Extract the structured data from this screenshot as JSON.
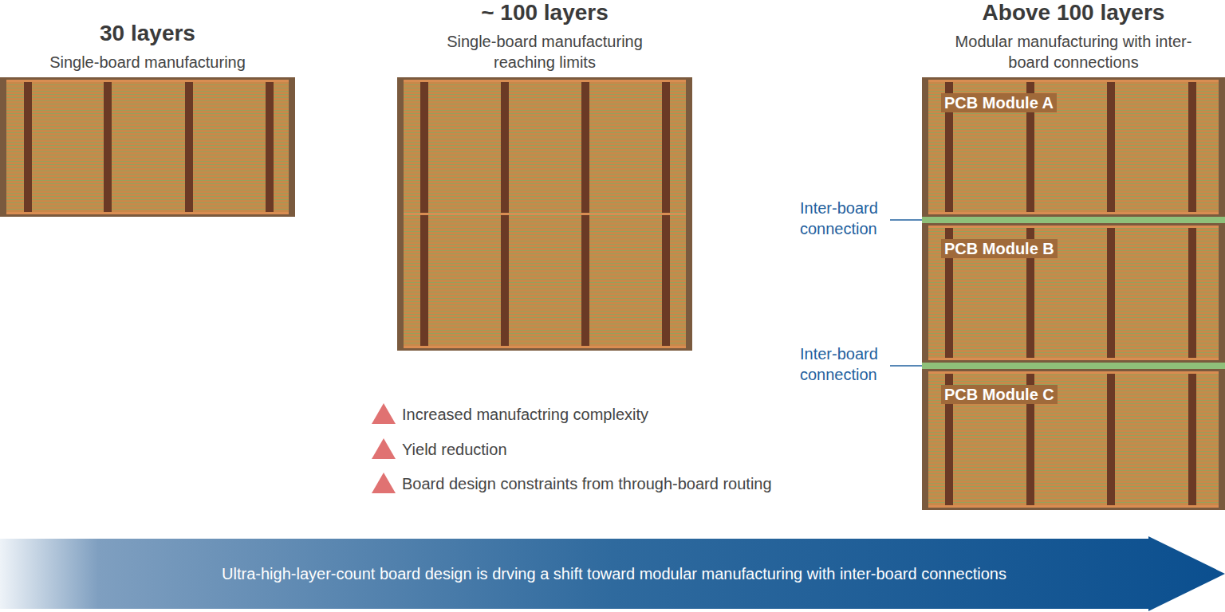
{
  "diagram": {
    "nodes": [
      {
        "text": [
          "30 layers",
          "Single-board manufacturing"
        ]
      },
      {
        "text": [
          "~ 100 layers",
          "Single-board manufacturing reaching limits"
        ]
      },
      {
        "text": [
          "Above 100 layers",
          "Modular manufacturing with inter-board connections"
        ]
      },
      {
        "text": [
          "PCB Module  A"
        ],
        "in": 2
      },
      {
        "text": [
          "PCB Module  B"
        ],
        "in": 2
      },
      {
        "text": [
          "PCB Module  C"
        ],
        "in": 2
      },
      {
        "text": [
          "Ultra-high-layer-count board design is drving a shift toward modular manufacturing with inter-board connections"
        ]
      }
    ],
    "labels": [
      "Inter-board connection",
      "Inter-board connection",
      "Increased manufactring complexity",
      "Yield reduction",
      "Board design constraints from through-board routing"
    ]
  }
}
